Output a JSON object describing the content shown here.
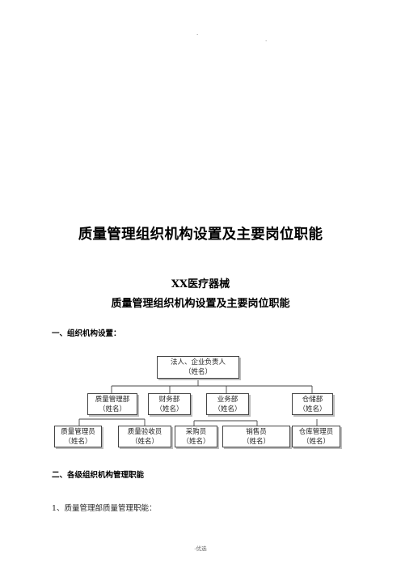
{
  "header_marks": [
    ".",
    "."
  ],
  "main_title": "质量管理组织机构设置及主要岗位职能",
  "subtitle_company": "XX医疗器械",
  "subtitle_title": "质量管理组织机构设置及主要岗位职能",
  "section_one": "一、组织机构设置：",
  "section_two": "二、各级组织机构管理职能",
  "paragraph_one": "1、质量管理部质量管理职能：",
  "org_chart": {
    "root": {
      "name": "法人、企业负责人",
      "person": "（姓名）"
    },
    "departments": [
      {
        "name": "质量管理部",
        "person": "（姓名）"
      },
      {
        "name": "财务部",
        "person": "（姓名）"
      },
      {
        "name": "业务部",
        "person": "（姓名）"
      },
      {
        "name": "仓储部",
        "person": "（姓名）"
      }
    ],
    "staff": [
      {
        "name": "质量管理员",
        "person": "（姓名）"
      },
      {
        "name": "质量验收员",
        "person": "（姓名）"
      },
      {
        "name": "采购员",
        "person": "（姓名）"
      },
      {
        "name": "销售员",
        "person": "（姓名）"
      },
      {
        "name": "仓库管理员",
        "person": "（姓名）"
      }
    ]
  },
  "footer": "-优选"
}
